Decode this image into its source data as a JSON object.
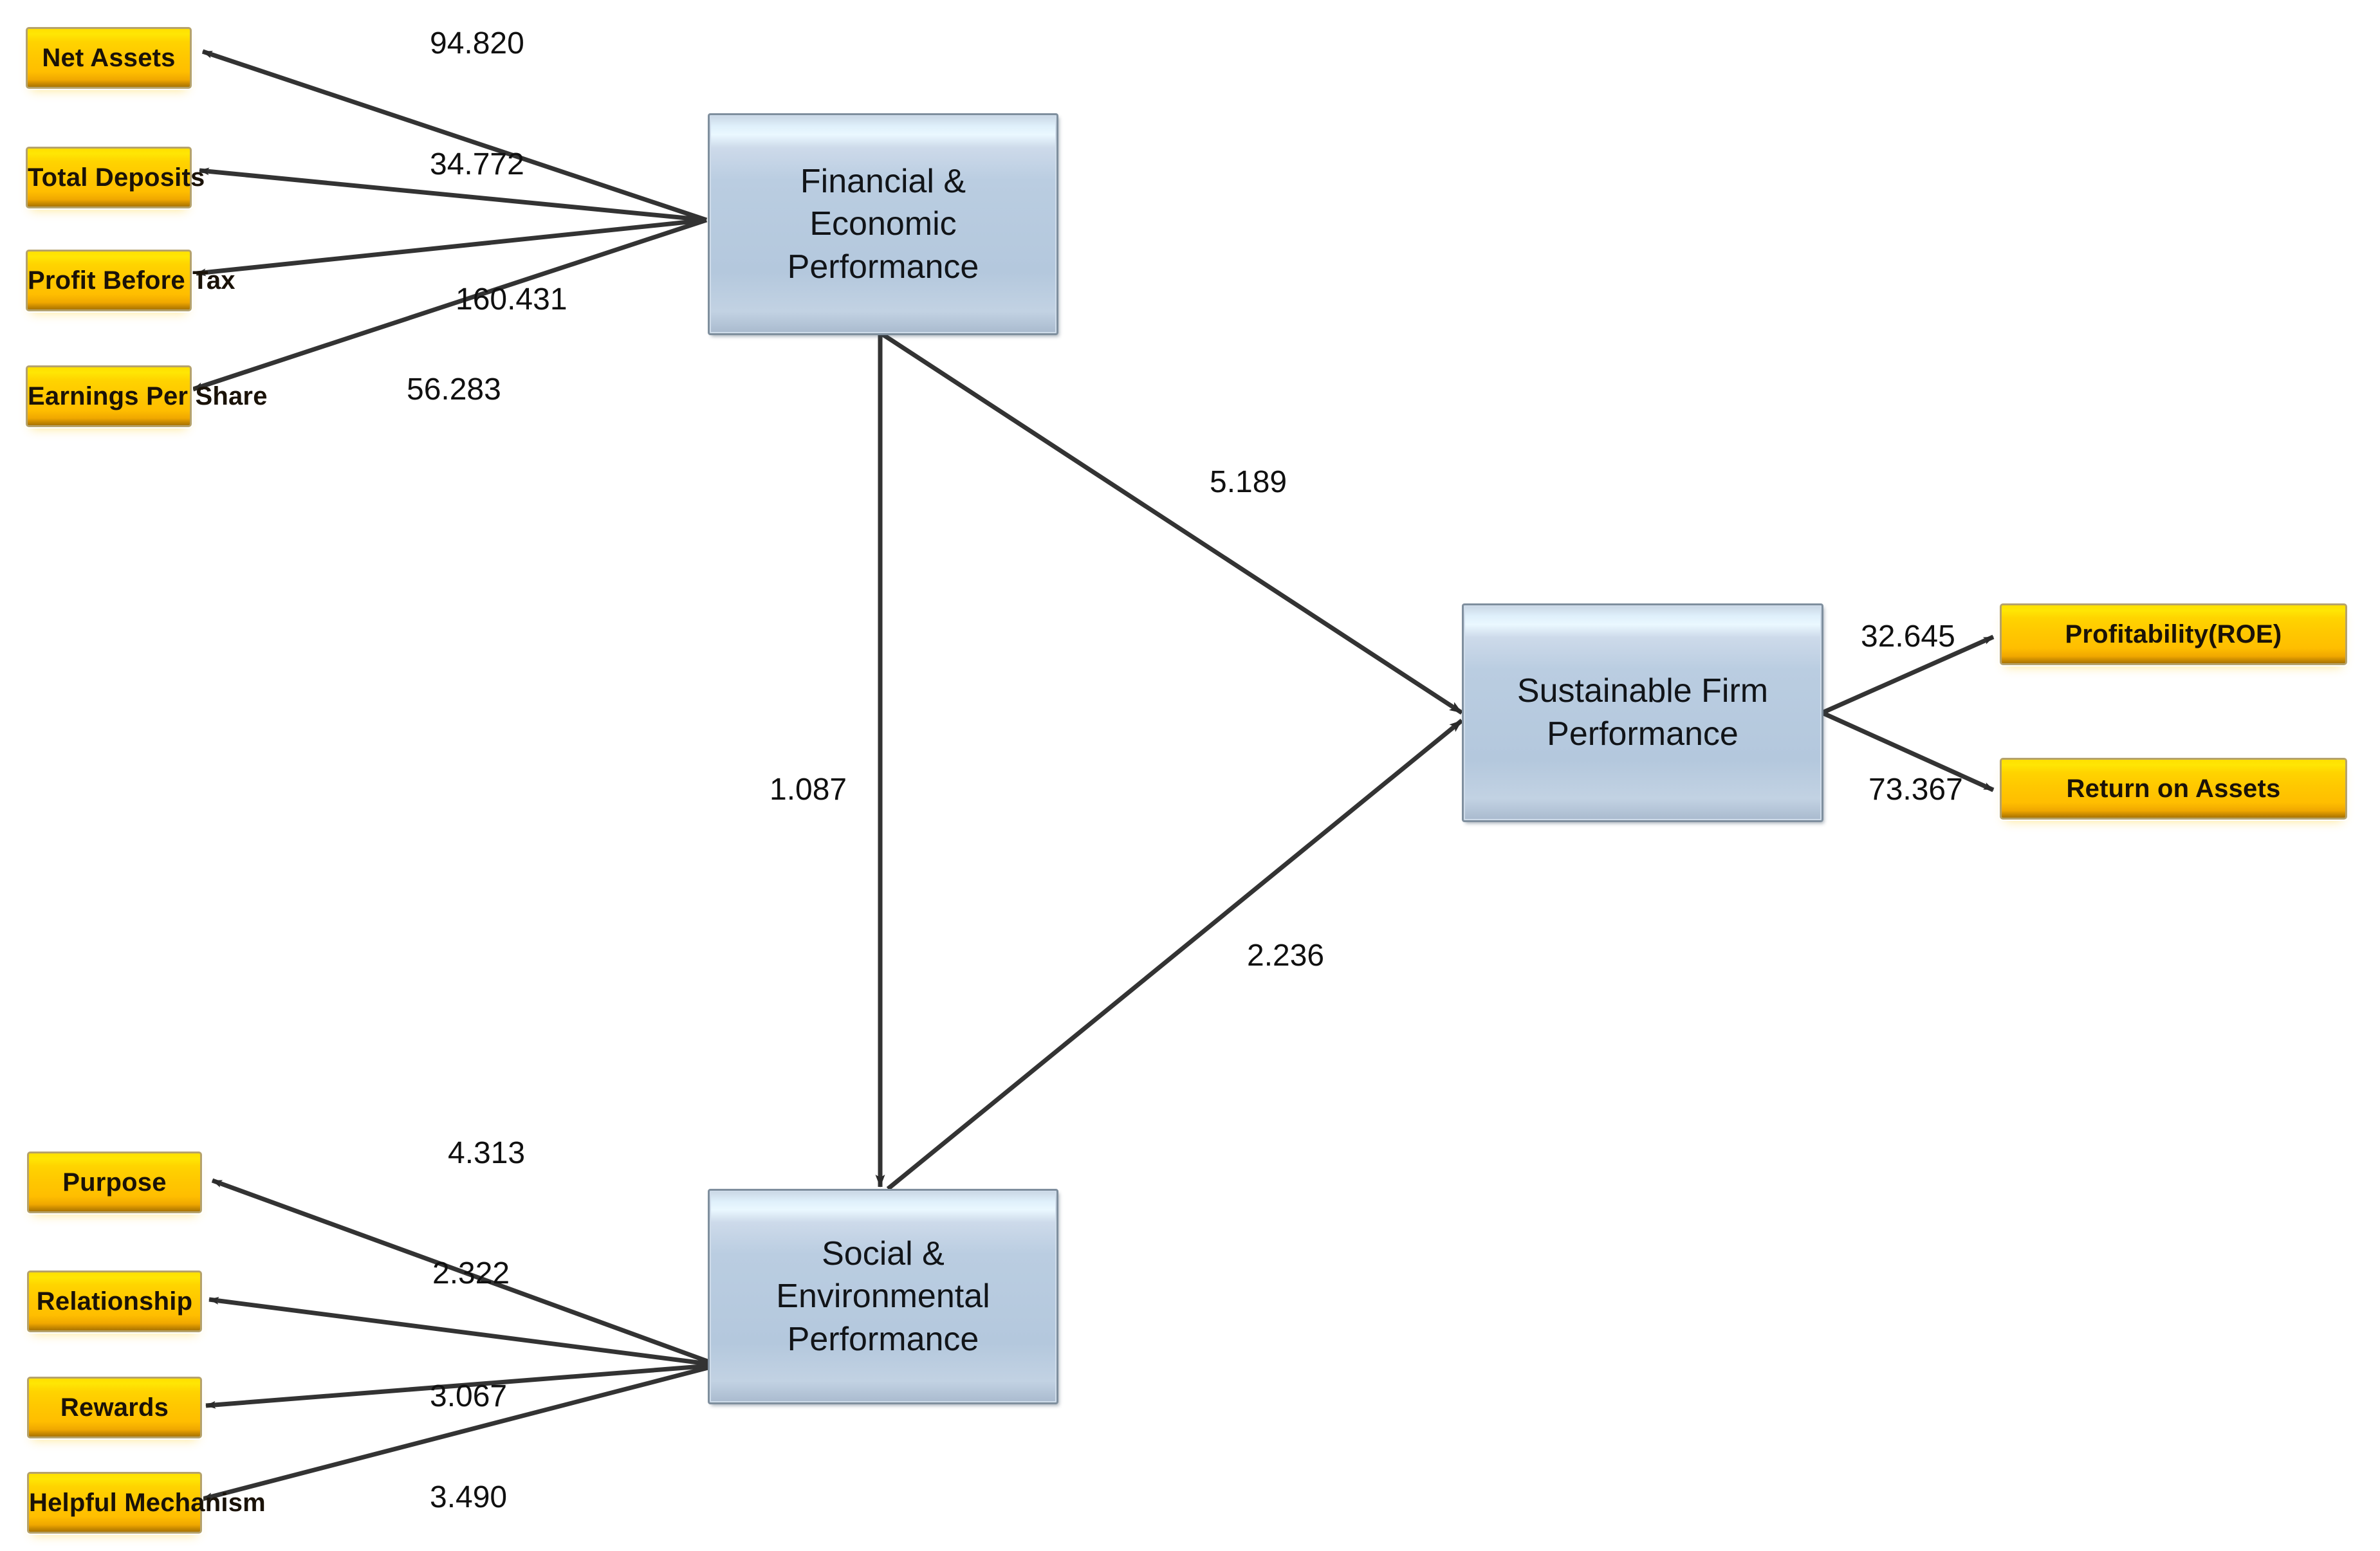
{
  "diagram": {
    "type": "sem-path-diagram",
    "title": "",
    "background_color": "#ffffff",
    "measured_box_color": "#ffc800",
    "latent_box_color": "#b4c8dd",
    "edge_color": "#333333"
  },
  "latents": [
    {
      "id": "fep",
      "label": "Financial &\nEconomic\nPerformance",
      "line1": "Financial &",
      "line2": "Economic",
      "line3": "Performance"
    },
    {
      "id": "sep",
      "label": "Social &\nEnvironmental\nPerformance",
      "line1": "Social &",
      "line2": "Environmental",
      "line3": "Performance"
    },
    {
      "id": "sfp",
      "label": "Sustainable Firm\nPerformance",
      "line1": "Sustainable Firm",
      "line2": "Performance"
    }
  ],
  "indicators": {
    "financial": [
      {
        "label": "Net Assets",
        "loading": "94.820"
      },
      {
        "label": "Total Deposits",
        "loading": "34.772"
      },
      {
        "label": "Profit Before Tax",
        "loading": "160.431"
      },
      {
        "label": "Earnings Per Share",
        "loading": "56.283"
      }
    ],
    "social": [
      {
        "label": "Purpose",
        "loading": "4.313"
      },
      {
        "label": "Relationship",
        "loading": "2.322"
      },
      {
        "label": "Rewards",
        "loading": "3.067"
      },
      {
        "label": "Helpful Mechanism",
        "loading": "3.490"
      }
    ],
    "outcome": [
      {
        "label": "Profitability(ROE)",
        "loading": "32.645"
      },
      {
        "label": "Return on Assets",
        "loading": "73.367"
      }
    ]
  },
  "structural_paths": [
    {
      "from": "Financial & Economic Performance",
      "to": "Sustainable Firm Performance",
      "coefficient": "5.189"
    },
    {
      "from": "Financial & Economic Performance",
      "to": "Social & Environmental Performance",
      "coefficient": "1.087"
    },
    {
      "from": "Social & Environmental Performance",
      "to": "Sustainable Firm Performance",
      "coefficient": "2.236"
    }
  ],
  "chart_data": {
    "type": "diagram",
    "title": "Structural Equation Model of Sustainable Firm Performance",
    "nodes": [
      {
        "name": "Net Assets",
        "kind": "observed"
      },
      {
        "name": "Total Deposits",
        "kind": "observed"
      },
      {
        "name": "Profit Before Tax",
        "kind": "observed"
      },
      {
        "name": "Earnings Per Share",
        "kind": "observed"
      },
      {
        "name": "Purpose",
        "kind": "observed"
      },
      {
        "name": "Relationship",
        "kind": "observed"
      },
      {
        "name": "Rewards",
        "kind": "observed"
      },
      {
        "name": "Helpful Mechanism",
        "kind": "observed"
      },
      {
        "name": "Profitability(ROE)",
        "kind": "observed"
      },
      {
        "name": "Return on Assets",
        "kind": "observed"
      },
      {
        "name": "Financial & Economic Performance",
        "kind": "latent"
      },
      {
        "name": "Social & Environmental Performance",
        "kind": "latent"
      },
      {
        "name": "Sustainable Firm Performance",
        "kind": "latent"
      }
    ],
    "edges": [
      {
        "from": "Financial & Economic Performance",
        "to": "Net Assets",
        "value": 94.82
      },
      {
        "from": "Financial & Economic Performance",
        "to": "Total Deposits",
        "value": 34.772
      },
      {
        "from": "Financial & Economic Performance",
        "to": "Profit Before Tax",
        "value": 160.431
      },
      {
        "from": "Financial & Economic Performance",
        "to": "Earnings Per Share",
        "value": 56.283
      },
      {
        "from": "Social & Environmental Performance",
        "to": "Purpose",
        "value": 4.313
      },
      {
        "from": "Social & Environmental Performance",
        "to": "Relationship",
        "value": 2.322
      },
      {
        "from": "Social & Environmental Performance",
        "to": "Rewards",
        "value": 3.067
      },
      {
        "from": "Social & Environmental Performance",
        "to": "Helpful Mechanism",
        "value": 3.49
      },
      {
        "from": "Sustainable Firm Performance",
        "to": "Profitability(ROE)",
        "value": 32.645
      },
      {
        "from": "Sustainable Firm Performance",
        "to": "Return on Assets",
        "value": 73.367
      },
      {
        "from": "Financial & Economic Performance",
        "to": "Sustainable Firm Performance",
        "value": 5.189
      },
      {
        "from": "Financial & Economic Performance",
        "to": "Social & Environmental Performance",
        "value": 1.087
      },
      {
        "from": "Social & Environmental Performance",
        "to": "Sustainable Firm Performance",
        "value": 2.236
      }
    ]
  }
}
